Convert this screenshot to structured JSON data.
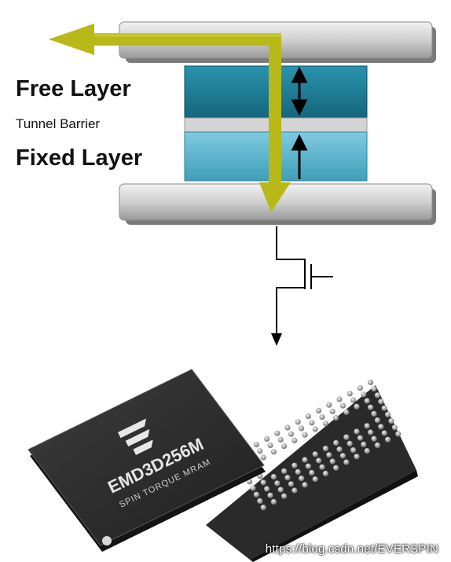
{
  "labels": {
    "free_layer": "Free Layer",
    "tunnel_barrier": "Tunnel Barrier",
    "fixed_layer": "Fixed Layer"
  },
  "chip": {
    "part_number": "EMD3D256M",
    "subtitle": "SPIN TORQUE MRAM"
  },
  "watermark": "https://blog.csdn.net/EVERSPIN",
  "colors": {
    "free_layer": "#1d7e97",
    "fixed_layer": "#5fb8cf",
    "current_arrow": "#b8b818",
    "electrode": "#c8c8c8",
    "chip_body": "#2e2e2e"
  },
  "icons": [
    "magnetization-arrow-icon",
    "transistor-symbol-icon",
    "current-flow-arrow-icon",
    "everspin-logo-icon"
  ]
}
